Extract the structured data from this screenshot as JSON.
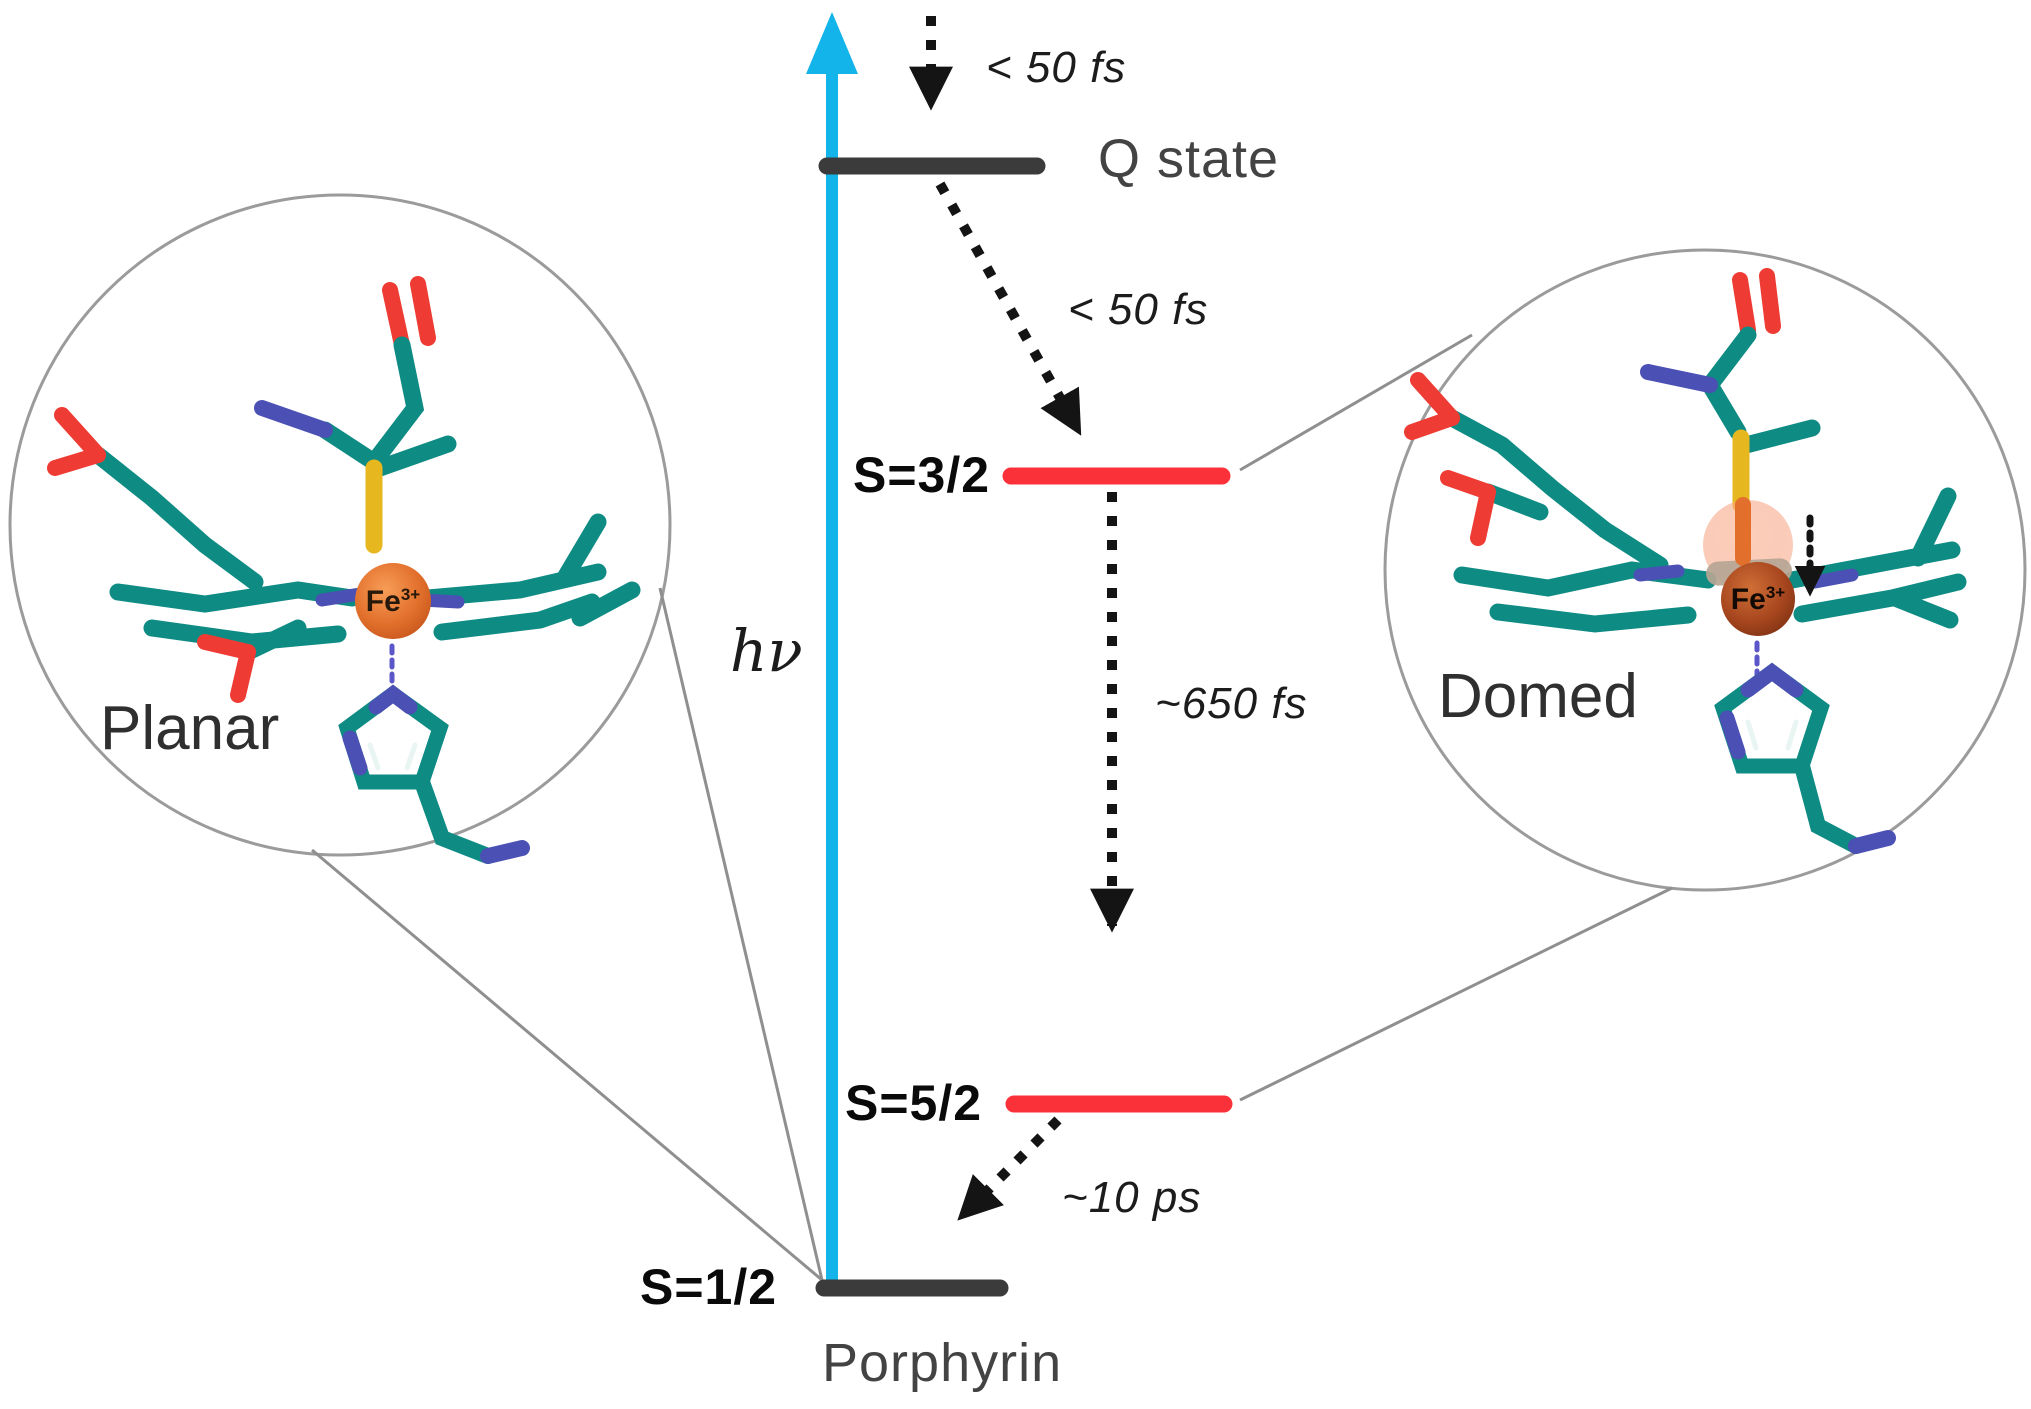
{
  "diagram": {
    "type": "photocycle-energy-level-diagram",
    "excitation": {
      "label": "hν"
    },
    "levels": [
      {
        "id": "q_state",
        "label": "Q state"
      },
      {
        "id": "s32",
        "label": "S=3/2"
      },
      {
        "id": "s52",
        "label": "S=5/2"
      },
      {
        "id": "s12",
        "label": "S=1/2",
        "sublabel": "Porphyrin"
      }
    ],
    "transitions": [
      {
        "from": "pump",
        "to": "q_state",
        "time": "< 50 fs"
      },
      {
        "from": "q_state",
        "to": "s32",
        "time": "< 50 fs"
      },
      {
        "from": "s32",
        "to": "s52",
        "time": "~650 fs"
      },
      {
        "from": "s52",
        "to": "s12",
        "time": "~10 ps"
      }
    ],
    "insets": [
      {
        "id": "planar",
        "label": "Planar",
        "ion": "Fe",
        "ion_charge": "3+"
      },
      {
        "id": "domed",
        "label": "Domed",
        "ion": "Fe",
        "ion_charge": "3+"
      }
    ],
    "colors": {
      "excitation_cyan": "#12b4e9",
      "level_red": "#fb3139",
      "level_dark": "#3b3b3b",
      "callout_gray": "#8f8f8f",
      "arrow_black": "#141414",
      "molecule_teal": "#0e8b83",
      "nitrogen_blue": "#4b50b4",
      "oxygen_red": "#ee3c34",
      "sulfur_yellow": "#e6b71f",
      "iron_orange": "#e2702c",
      "iron_brown": "#a8471f",
      "bond_purple": "#5b57c9"
    }
  }
}
